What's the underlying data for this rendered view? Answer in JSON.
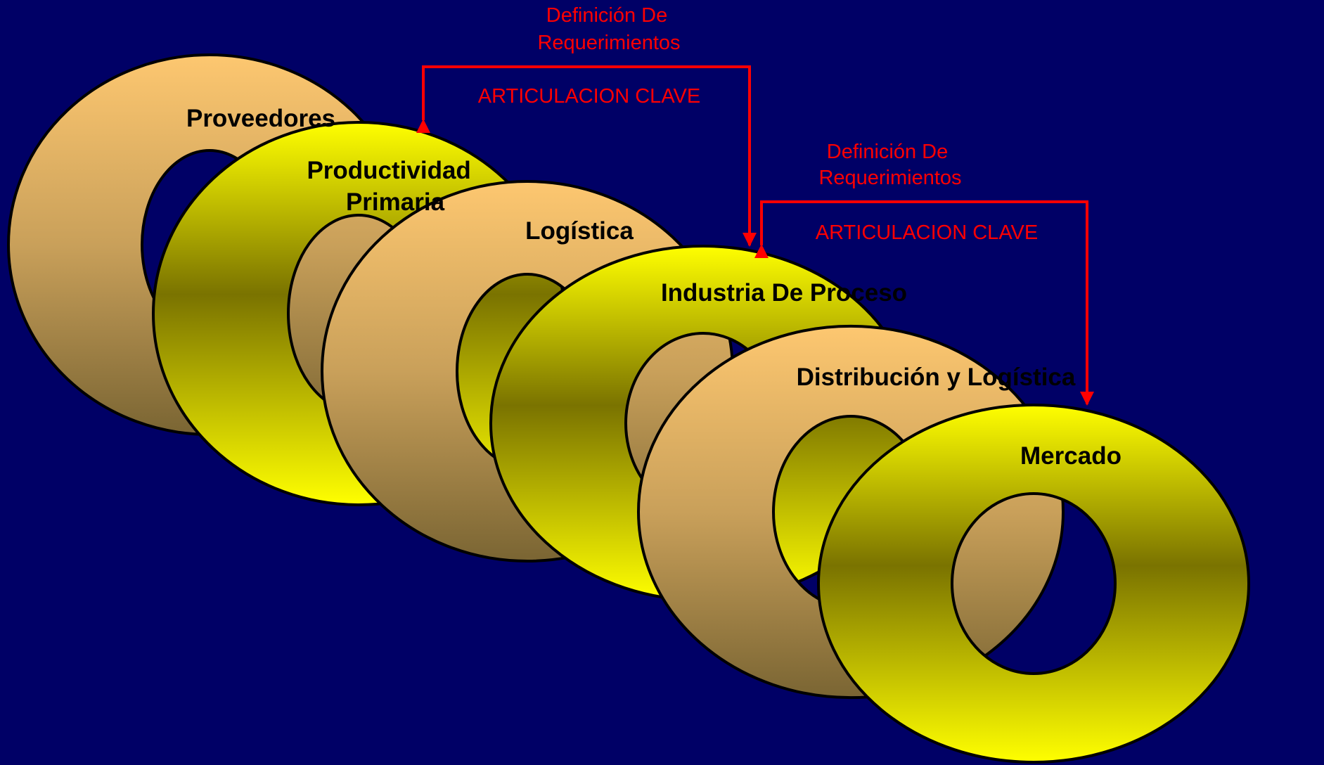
{
  "colors": {
    "background": "#000066",
    "accent": "#ff0000",
    "ring_tan_light": "#fdc770",
    "ring_tan_dark": "#7a6533",
    "ring_yellow_light": "#ffff00",
    "ring_yellow_dark": "#7a7300",
    "label_text": "#000000"
  },
  "stages": [
    {
      "label": "Proveedores",
      "style": "tan"
    },
    {
      "label": "Productividad Primaria",
      "style": "yellow"
    },
    {
      "label": "Logística",
      "style": "tan"
    },
    {
      "label": "Industria De Proceso",
      "style": "yellow"
    },
    {
      "label": "Distribución y Logística",
      "style": "tan"
    },
    {
      "label": "Mercado",
      "style": "yellow"
    }
  ],
  "links": [
    {
      "title_line1": "Definición De",
      "title_line2": "Requerimientos",
      "subtitle": "ARTICULACION CLAVE",
      "from": "Productividad Primaria",
      "to": "Industria De Proceso"
    },
    {
      "title_line1": "Definición De",
      "title_line2": "Requerimientos",
      "subtitle": "ARTICULACION CLAVE",
      "from": "Industria De Proceso",
      "to": "Mercado"
    }
  ]
}
